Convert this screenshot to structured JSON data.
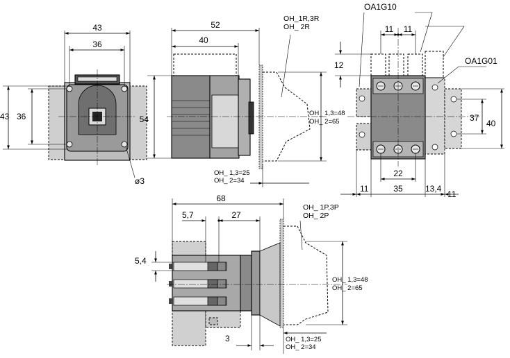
{
  "colors": {
    "body_dark": "#8a8a8a",
    "body_mid": "#a8a8a8",
    "body_light": "#cfcfcf",
    "body_face": "#d8d8d8",
    "line": "#000000"
  },
  "front_view": {
    "dim_width_outer": "43",
    "dim_width_inner": "36",
    "dim_height_outer": "43",
    "dim_height_inner": "36",
    "dim_hole": "ø3"
  },
  "side_view_top": {
    "dim_overall": "52",
    "dim_body": "40",
    "dim_height": "54",
    "handle_ref_1": "OH_1R,3R",
    "handle_ref_2": "OH_ 2R",
    "depth_a_1": "OH_ 1,3=48",
    "depth_a_2": "OH_ 2=65",
    "depth_b_1": "OH_ 1,3=25",
    "depth_b_2": "OH_ 2=34"
  },
  "rear_view": {
    "ref_top": "OA1G10",
    "ref_side": "OA1G01",
    "dim_pitch_left": "11",
    "dim_pitch_right": "11",
    "dim_block": "12",
    "dim_mount": "37",
    "dim_height": "40",
    "dim_inner": "22",
    "dim_left": "11",
    "dim_width": "35",
    "dim_offset": "13,4",
    "dim_right": "11"
  },
  "side_view_bottom": {
    "dim_overall": "68",
    "dim_a": "5,7",
    "dim_b": "27",
    "dim_pitch": "5,4",
    "dim_plate": "3",
    "handle_ref_1": "OH_ 1P,3P",
    "handle_ref_2": "OH_ 2P",
    "depth_a_1": "OH_ 1,3=48",
    "depth_a_2": "OH_ 2=65",
    "depth_b_1": "OH_ 1,3=25",
    "depth_b_2": "OH_ 2=34"
  }
}
